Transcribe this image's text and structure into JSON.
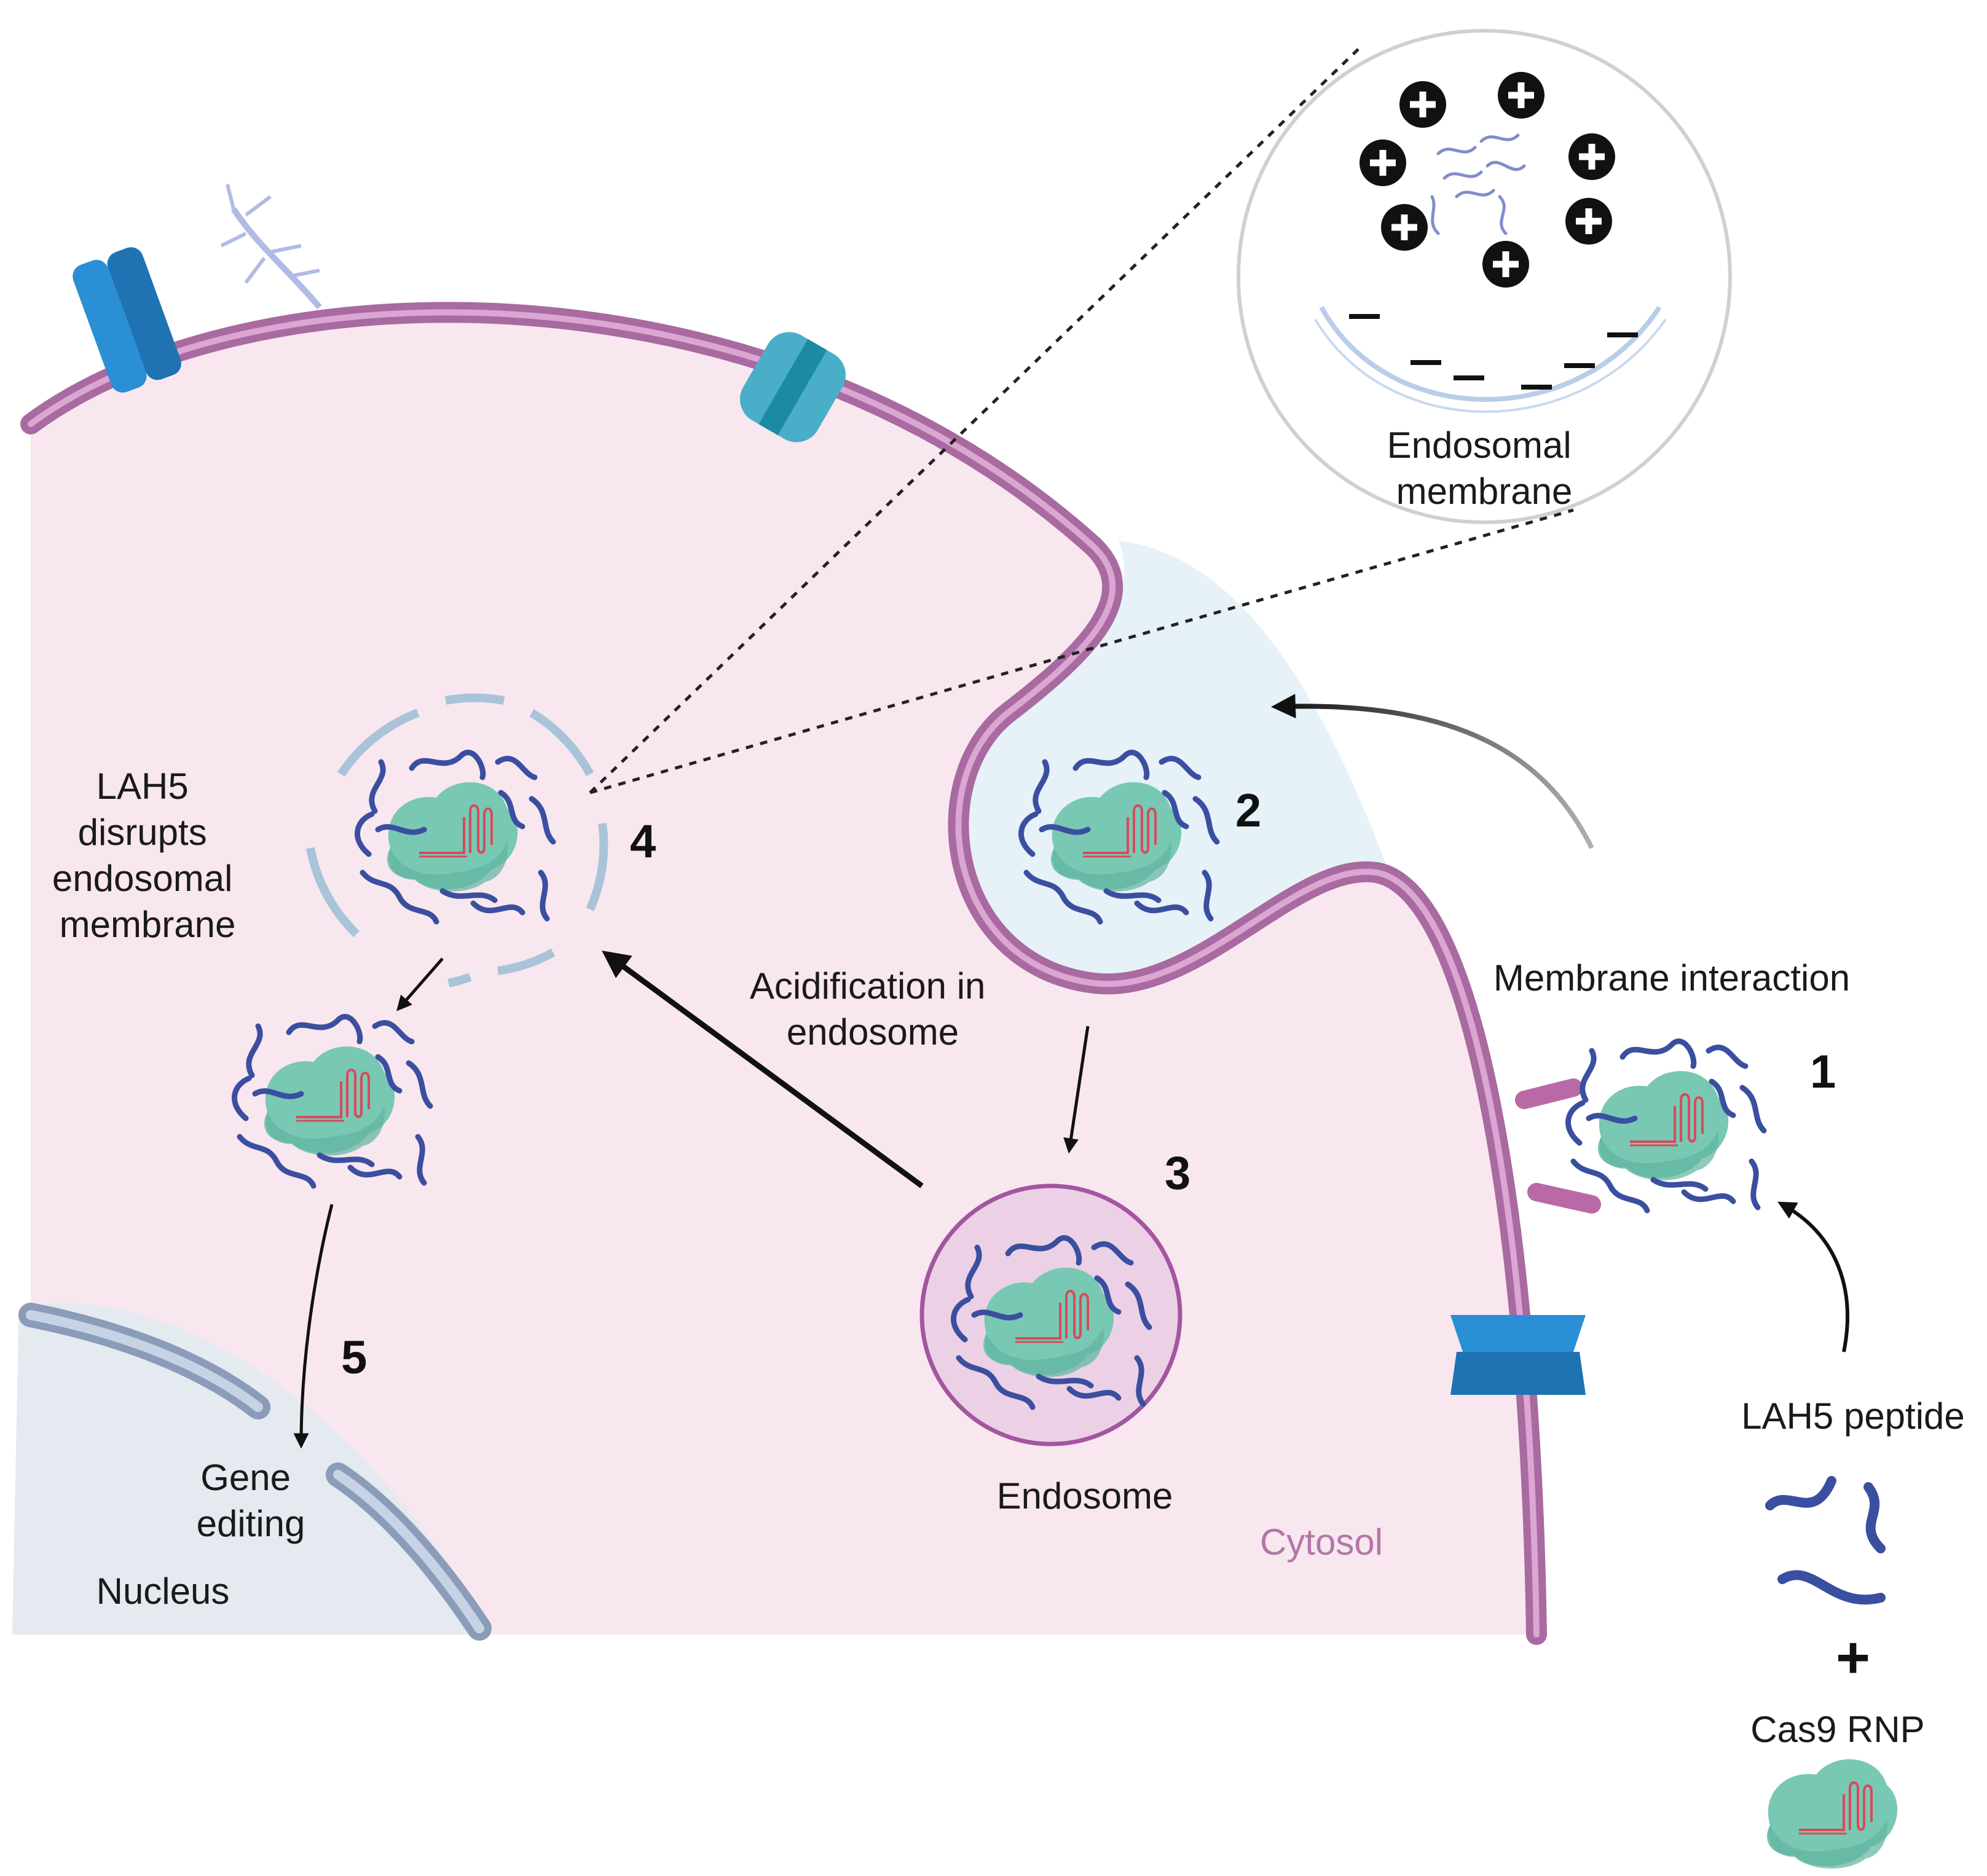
{
  "labels": {
    "endosomal_membrane": [
      "Endosomal",
      "membrane"
    ],
    "lah5_disrupts": [
      "LAH5",
      "disrupts",
      "endosomal",
      "membrane"
    ],
    "acidification": [
      "Acidification in",
      "endosome"
    ],
    "membrane_interaction": "Membrane interaction",
    "endosome": "Endosome",
    "cytosol": "Cytosol",
    "gene_editing": [
      "Gene",
      "editing"
    ],
    "nucleus": "Nucleus",
    "lah5_peptide": "LAH5 peptide",
    "plus": "+",
    "cas9_rnp": "Cas9 RNP"
  },
  "steps": [
    "1",
    "2",
    "3",
    "4",
    "5"
  ],
  "colors": {
    "cell_fill": "#f8e7ef",
    "membrane": "#a86aa0",
    "membrane_inner": "#d8a6d0",
    "endocytic_pocket": "#e6f1f8",
    "nucleus_fill": "#e5e9f0",
    "nuclear_envelope": "#9fb0c8",
    "rnp_fill": "#78c8b4",
    "rnp_dark": "#4fa893",
    "peptide": "#3b4fa0",
    "rna": "#d84a5a",
    "channel_blue": "#2a8fd4",
    "channel_teal": "#4aaec8",
    "arrow": "#111111"
  }
}
